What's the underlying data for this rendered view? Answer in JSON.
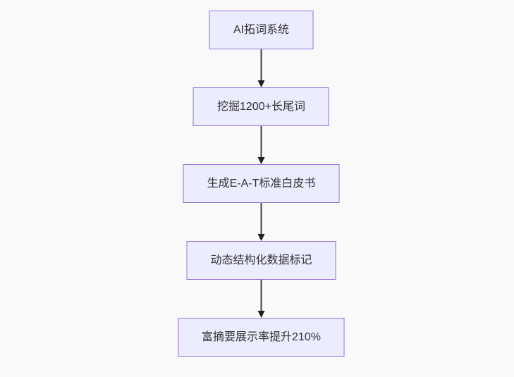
{
  "flowchart": {
    "type": "flowchart",
    "direction": "top-down",
    "background_color": "#f9f9f9",
    "node_fill_color": "#ECECFF",
    "node_border_color": "#9370DB",
    "node_text_color": "#333333",
    "edge_line_color": "#404040",
    "arrowhead_color": "#1f1f1f",
    "nodes": [
      {
        "id": "n1",
        "label": "AI拓词系统"
      },
      {
        "id": "n2",
        "label": "挖掘1200+长尾词"
      },
      {
        "id": "n3",
        "label": "生成E-A-T标准白皮书"
      },
      {
        "id": "n4",
        "label": "动态结构化数据标记"
      },
      {
        "id": "n5",
        "label": "富摘要展示率提升210%"
      }
    ],
    "edges": [
      {
        "from": "n1",
        "to": "n2",
        "style": "arrow-down"
      },
      {
        "from": "n2",
        "to": "n3",
        "style": "arrow-down"
      },
      {
        "from": "n3",
        "to": "n4",
        "style": "arrow-down"
      },
      {
        "from": "n4",
        "to": "n5",
        "style": "arrow-down"
      }
    ]
  }
}
